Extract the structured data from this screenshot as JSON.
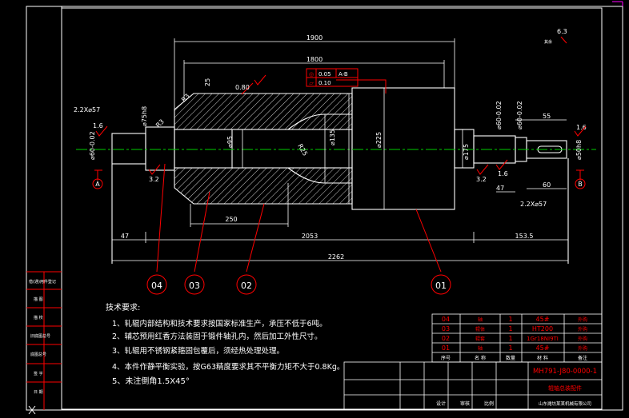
{
  "colors": {
    "background": "#000000",
    "line": "#ffffff",
    "red": "#ff0000",
    "centerline": "#00cc00",
    "yellow": "#ffff00",
    "magenta": "#ff00ff"
  },
  "dims": {
    "d1900": "1900",
    "d1800": "1800",
    "d25": "25",
    "d080": "0.80",
    "d2x57a": "2.2X⌀57",
    "d16a": "1.6",
    "d60a": "⌀60-0.02",
    "d75": "⌀75h8",
    "dR3": "R3",
    "d95": "⌀95",
    "dR25": "R25",
    "d135": "⌀135",
    "d225": "⌀225",
    "d175": "⌀175",
    "d60b": "⌀60-0.02",
    "d60c": "⌀60-0.02",
    "d55": "55",
    "d16b": "1.6",
    "d50": "⌀50h8",
    "d32a": "3.2",
    "d32b": "3.2",
    "d16c": "1.6",
    "d47a": "47",
    "d60": "60",
    "d2x57b": "2.2X⌀57",
    "d250": "250",
    "d47b": "47",
    "d2053": "2053",
    "d1535": "153.5",
    "d2262": "2262",
    "d63": "6.3",
    "qita": "其余",
    "tol1": "0.05",
    "tolref": "A-B",
    "tol2": "0.10"
  },
  "datums": {
    "a": "A",
    "b": "B"
  },
  "balloons": [
    "04",
    "03",
    "02",
    "01"
  ],
  "notes": {
    "title": "技术要求:",
    "items": [
      "1、轧辊内部结构和技术要求按国家标准生产，承压不低于6吨。",
      "2、辅芯预用红香方法装固于锻件轴孔内，然后加工外性尺寸。",
      "3、轧辊用不锈钢紧箍固包覆后，须经热处理处理。",
      "4、本件作静平衡实验，按G63精度要求其不平衡力矩不大于0.8Kg。",
      "5、未注倒角1.5X45°"
    ]
  },
  "side_labels": [
    "借(通)用件登记",
    "描 图",
    "描 校",
    "旧底图总号",
    "底图总号",
    "签 字",
    "日 期"
  ],
  "parts": [
    {
      "no": "04",
      "name": "轴",
      "qty": "1",
      "mat": "45#",
      "rem": "外购"
    },
    {
      "no": "03",
      "name": "辊体",
      "qty": "1",
      "mat": "HT200",
      "rem": "外购"
    },
    {
      "no": "02",
      "name": "辊套",
      "qty": "1",
      "mat": "1Gr18NI9TI",
      "rem": "外购"
    },
    {
      "no": "01",
      "name": "轴",
      "qty": "1",
      "mat": "45#",
      "rem": "外购"
    }
  ],
  "table_header": {
    "seq": "序号",
    "name": "名 称",
    "qty": "数量",
    "mat": "材 料",
    "rem": "备注"
  },
  "title_block": {
    "drawing_no": "MH791-J80-0000-1",
    "title": "辊轴总装配件",
    "company": "山东潍坊某某机械有限公司",
    "design": "设计",
    "check": "审核",
    "scale": "比例"
  }
}
